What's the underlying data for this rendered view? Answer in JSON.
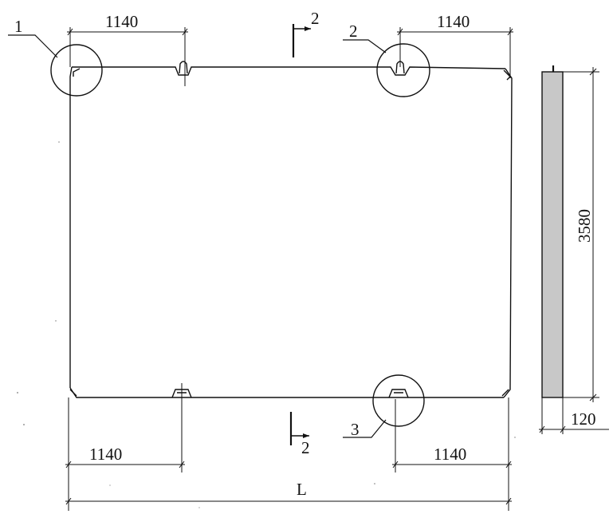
{
  "dimensions": {
    "top_left": "1140",
    "top_right": "1140",
    "bottom_left": "1140",
    "bottom_right": "1140",
    "overall_length": "L",
    "height": "3580",
    "thickness": "120"
  },
  "section_marks": {
    "top": "2",
    "bottom": "2"
  },
  "callouts": {
    "detail_1": "1",
    "detail_2": "2",
    "detail_3": "3"
  },
  "colors": {
    "line": "#111111",
    "side_fill": "#c8c8c8",
    "background": "#ffffff"
  }
}
